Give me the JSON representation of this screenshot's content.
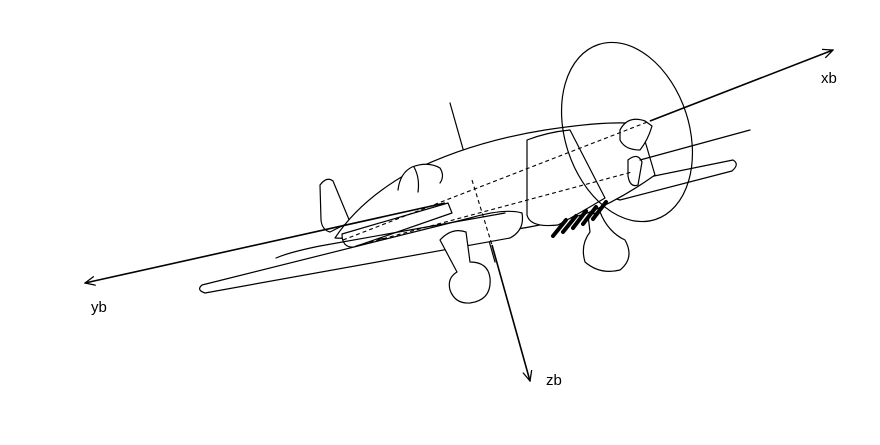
{
  "axes": {
    "x_label": "xb",
    "y_label": "yb",
    "z_label": "zb"
  },
  "colors": {
    "line": "#000000",
    "background": "#ffffff"
  }
}
